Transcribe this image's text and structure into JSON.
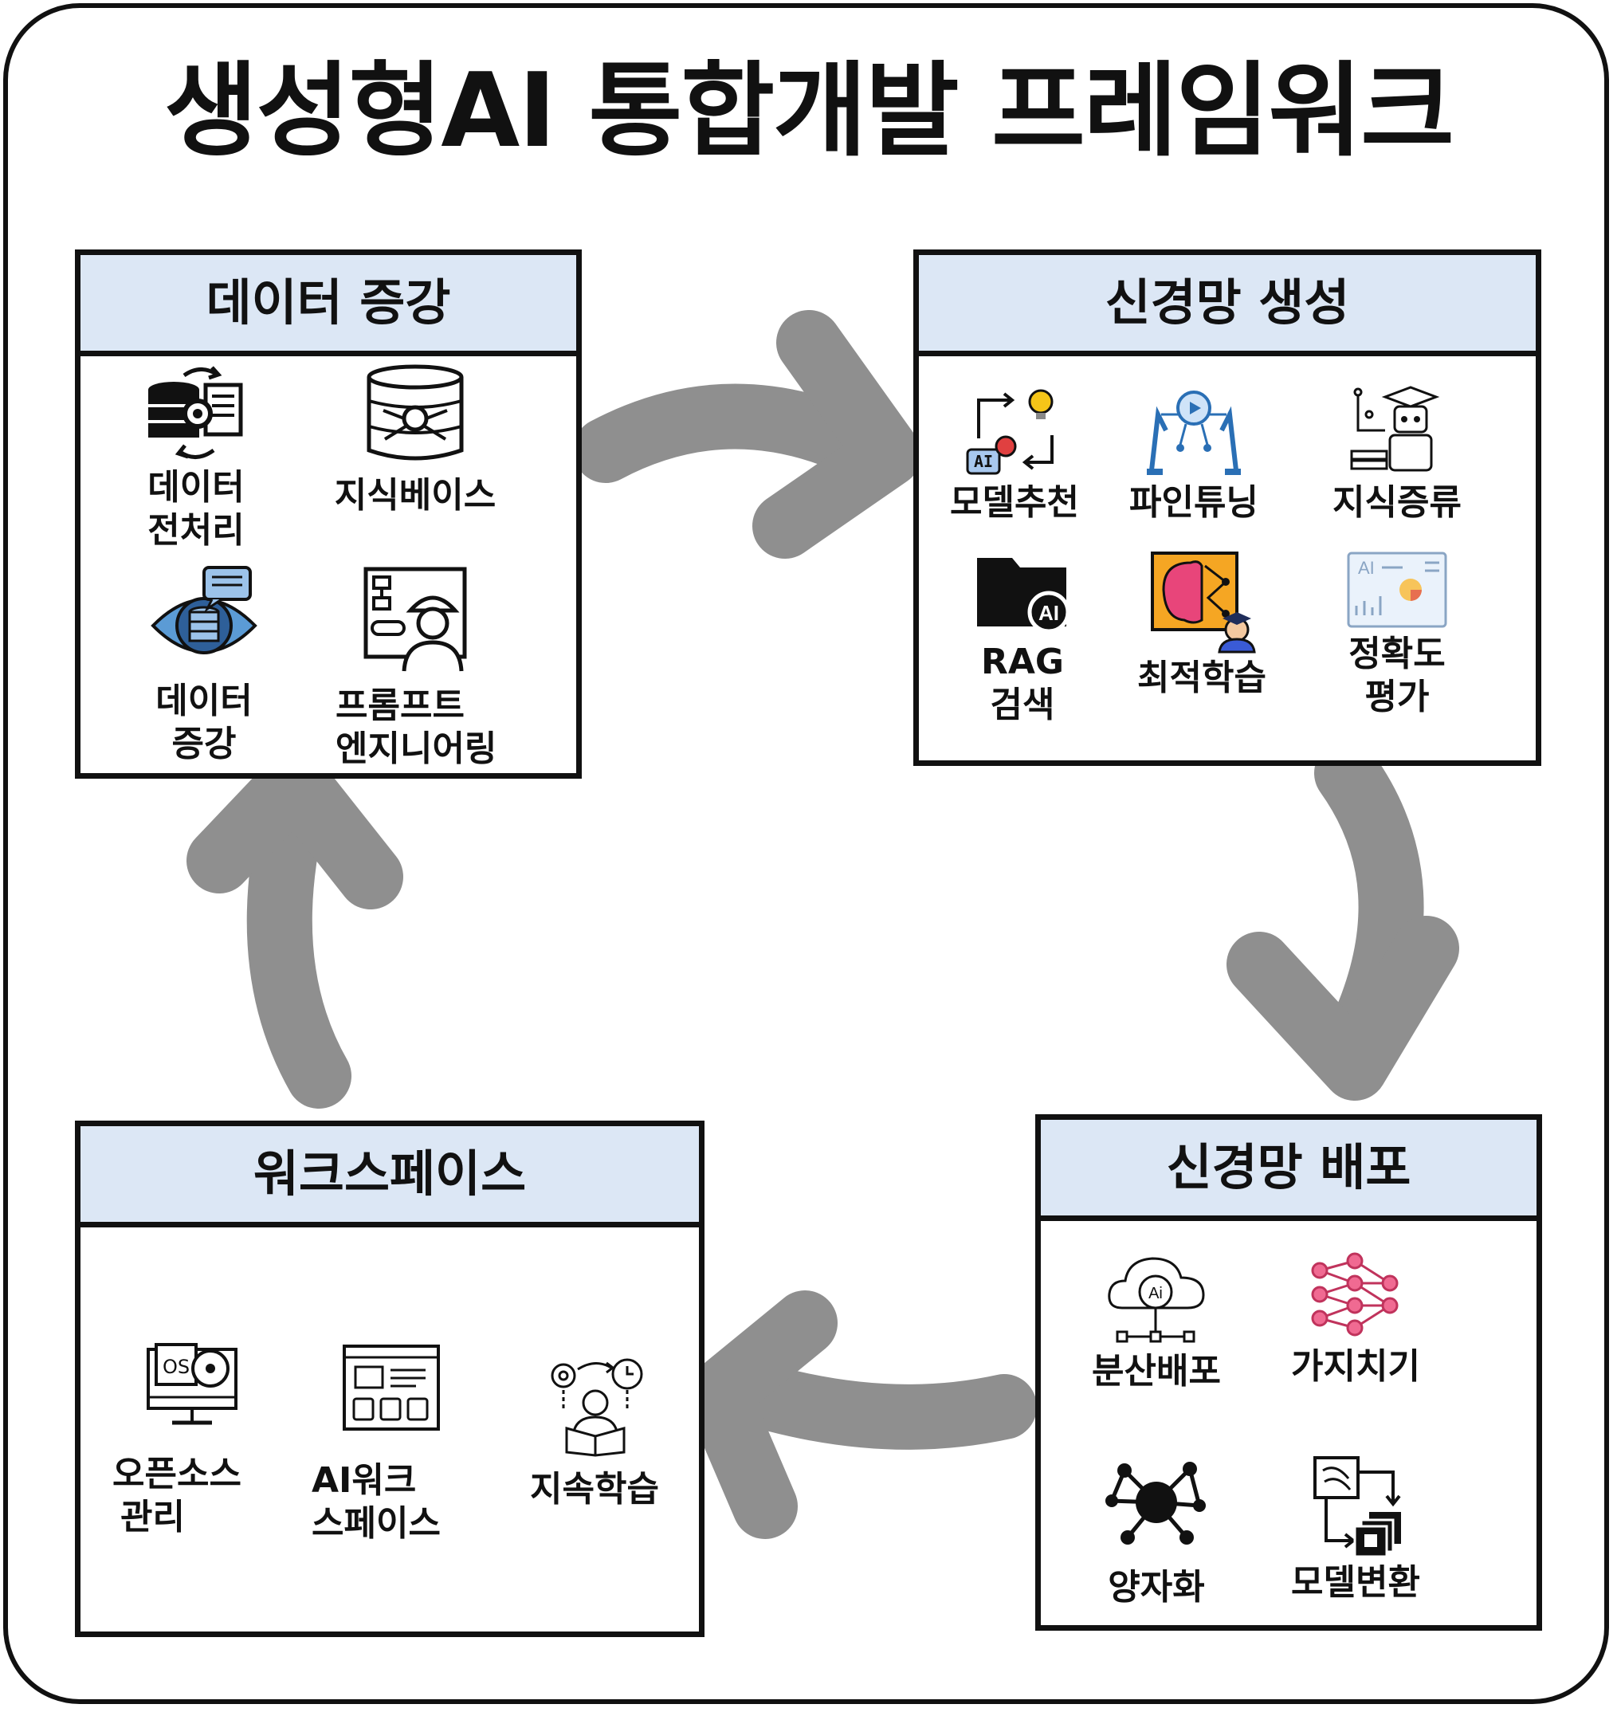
{
  "title": "생성형AI 통합개발 프레임워크",
  "colors": {
    "panel_header": "#dce7f5",
    "arrow": "#8f8f8f",
    "border": "#111111"
  },
  "panels": {
    "data_aug": {
      "title": "데이터 증강",
      "items": [
        {
          "icon": "database-gear-icon",
          "line1": "데이터",
          "line2": "전처리"
        },
        {
          "icon": "knowledge-base-icon",
          "line1": "지식베이스",
          "line2": ""
        },
        {
          "icon": "eye-database-icon",
          "line1": "데이터",
          "line2": "증강"
        },
        {
          "icon": "prompt-engineer-icon",
          "line1": "프롬프트",
          "line2": "엔지니어링"
        }
      ]
    },
    "nn_gen": {
      "title": "신경망 생성",
      "items": [
        {
          "icon": "model-recommend-icon",
          "line1": "모델추천",
          "line2": ""
        },
        {
          "icon": "fine-tuning-icon",
          "line1": "파인튜닝",
          "line2": ""
        },
        {
          "icon": "knowledge-distill-icon",
          "line1": "지식증류",
          "line2": ""
        },
        {
          "icon": "rag-folder-icon",
          "line1": "RAG",
          "line2": "검색"
        },
        {
          "icon": "brain-learning-icon",
          "line1": "최적학습",
          "line2": ""
        },
        {
          "icon": "accuracy-chart-icon",
          "line1": "정확도",
          "line2": "평가"
        }
      ]
    },
    "nn_deploy": {
      "title": "신경망 배포",
      "items": [
        {
          "icon": "cloud-ai-icon",
          "line1": "분산배포",
          "line2": ""
        },
        {
          "icon": "pruning-network-icon",
          "line1": "가지치기",
          "line2": ""
        },
        {
          "icon": "quantization-icon",
          "line1": "양자화",
          "line2": ""
        },
        {
          "icon": "model-convert-icon",
          "line1": "모델변환",
          "line2": ""
        }
      ]
    },
    "workspace": {
      "title": "워크스페이스",
      "items": [
        {
          "icon": "os-monitor-icon",
          "line1": "오픈소스",
          "line2": "관리"
        },
        {
          "icon": "ai-workspace-icon",
          "line1": "AI워크",
          "line2": "스페이스"
        },
        {
          "icon": "continual-learning-icon",
          "line1": "지속학습",
          "line2": ""
        }
      ]
    }
  }
}
